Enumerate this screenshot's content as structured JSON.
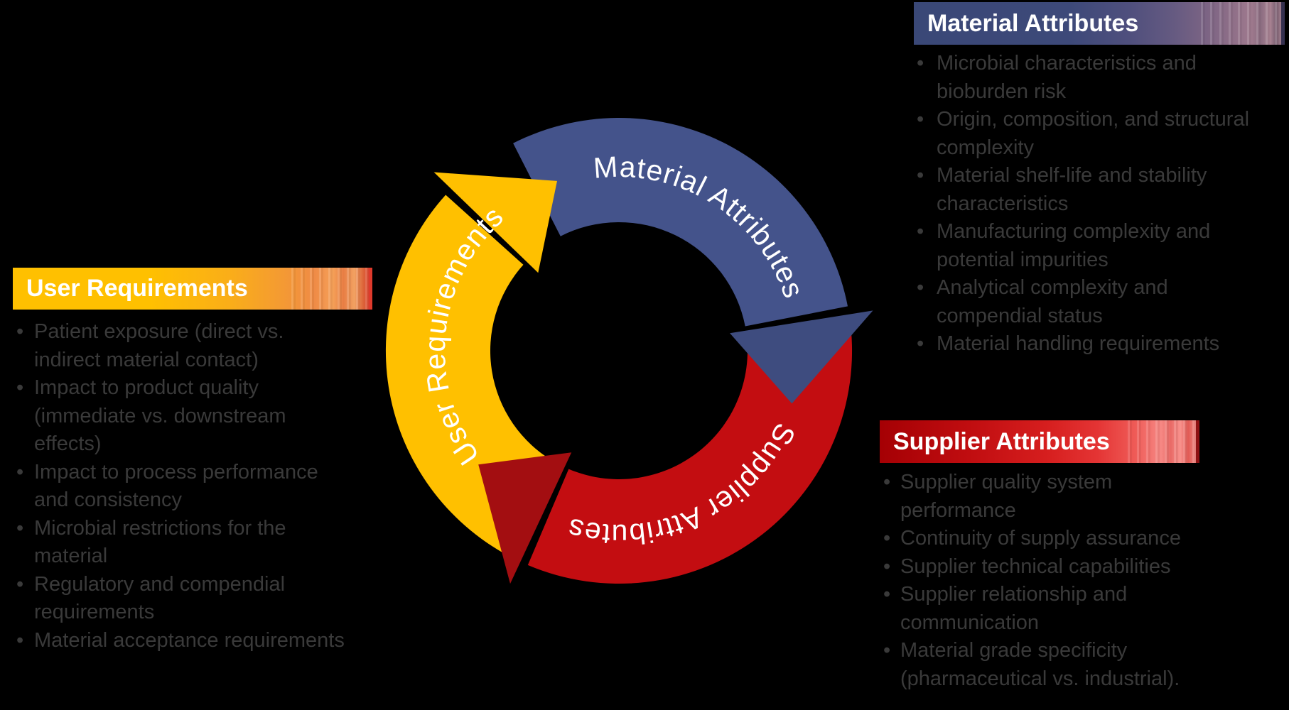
{
  "canvas": {
    "background": "#000000"
  },
  "bullet_text_color": "#3A3A3A",
  "cycle": {
    "segments": [
      {
        "label": "User Requirements",
        "body_color": "#FFC000",
        "head_color": "#FFC000",
        "label_color": "#FFFFFF"
      },
      {
        "label": "Material Attributes",
        "body_color": "#44538B",
        "head_color": "#3E4C7F",
        "label_color": "#FFFFFF"
      },
      {
        "label": "Supplier Attributes",
        "body_color": "#C30D11",
        "head_color": "#A30E11",
        "label_color": "#FFFFFF"
      }
    ]
  },
  "panels": {
    "user": {
      "title": "User Requirements",
      "gradient": [
        [
          "#FFC000",
          0
        ],
        [
          "#FFC000",
          38
        ],
        [
          "#FAAE18",
          60
        ],
        [
          "#F49A33",
          75
        ],
        [
          "#EF8B46",
          84
        ],
        [
          "#F5A058",
          89
        ],
        [
          "#E87E44",
          92
        ],
        [
          "#F2A263",
          95
        ],
        [
          "#DC6338",
          97.5
        ],
        [
          "#E0352B",
          100
        ]
      ],
      "bullets": [
        "Patient exposure (direct vs.\nindirect material contact)",
        "Impact to product quality\n(immediate vs. downstream\neffects)",
        "Impact to process performance\nand consistency",
        "Microbial restrictions for the\nmaterial",
        "Regulatory and compendial\nrequirements",
        "Material acceptance requirements"
      ]
    },
    "material": {
      "title": "Material Attributes",
      "gradient": [
        [
          "#3A4877",
          0
        ],
        [
          "#3D4979",
          42
        ],
        [
          "#4F4F7D",
          58
        ],
        [
          "#655A81",
          70
        ],
        [
          "#7C6484",
          79
        ],
        [
          "#8F6F88",
          86
        ],
        [
          "#9F7A8E",
          91
        ],
        [
          "#8A6C80",
          93.5
        ],
        [
          "#AB8494",
          96
        ],
        [
          "#7D6174",
          97.5
        ],
        [
          "#B08A97",
          100
        ]
      ],
      "bullets": [
        "Microbial characteristics and\nbioburden risk",
        "Origin, composition, and structural\ncomplexity",
        "Material shelf-life and stability\ncharacteristics",
        "Manufacturing complexity and\npotential impurities",
        "Analytical complexity and\ncompendial status",
        "Material handling requirements"
      ]
    },
    "supplier": {
      "title": "Supplier Attributes",
      "gradient": [
        [
          "#A50004",
          0
        ],
        [
          "#C00D10",
          28
        ],
        [
          "#D61E1E",
          52
        ],
        [
          "#E43434",
          68
        ],
        [
          "#EF5B57",
          80
        ],
        [
          "#F68884",
          88
        ],
        [
          "#E96A66",
          91
        ],
        [
          "#F9928D",
          94
        ],
        [
          "#E25B55",
          96.5
        ],
        [
          "#F59B97",
          100
        ]
      ],
      "bullets": [
        "Supplier quality system\nperformance",
        "Continuity of supply assurance",
        "Supplier technical capabilities",
        "Supplier relationship and\ncommunication",
        "Material grade specificity\n(pharmaceutical vs. industrial)."
      ]
    }
  }
}
